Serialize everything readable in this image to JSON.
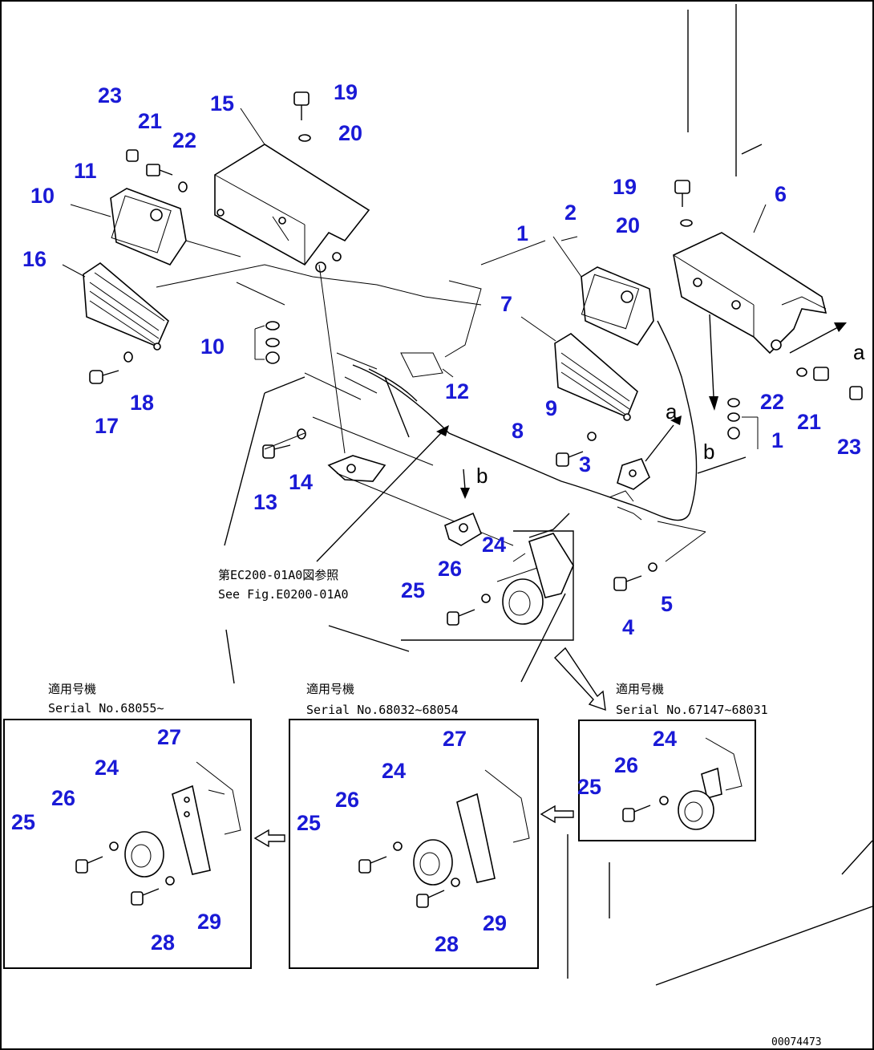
{
  "drawing_id": "00074473",
  "callouts": [
    {
      "id": "c23a",
      "label": "23"
    },
    {
      "id": "c21a",
      "label": "21"
    },
    {
      "id": "c22a",
      "label": "22"
    },
    {
      "id": "c15",
      "label": "15"
    },
    {
      "id": "c19a",
      "label": "19"
    },
    {
      "id": "c20a",
      "label": "20"
    },
    {
      "id": "c11",
      "label": "11"
    },
    {
      "id": "c10a",
      "label": "10"
    },
    {
      "id": "c16",
      "label": "16"
    },
    {
      "id": "c10b",
      "label": "10"
    },
    {
      "id": "c12",
      "label": "12"
    },
    {
      "id": "c17",
      "label": "17"
    },
    {
      "id": "c18",
      "label": "18"
    },
    {
      "id": "c13",
      "label": "13"
    },
    {
      "id": "c14",
      "label": "14"
    },
    {
      "id": "c19b",
      "label": "19"
    },
    {
      "id": "c6",
      "label": "6"
    },
    {
      "id": "c2",
      "label": "2"
    },
    {
      "id": "c20b",
      "label": "20"
    },
    {
      "id": "c1a",
      "label": "1"
    },
    {
      "id": "c7",
      "label": "7"
    },
    {
      "id": "c9",
      "label": "9"
    },
    {
      "id": "c8",
      "label": "8"
    },
    {
      "id": "c3",
      "label": "3"
    },
    {
      "id": "c22b",
      "label": "22"
    },
    {
      "id": "c21b",
      "label": "21"
    },
    {
      "id": "c1b",
      "label": "1"
    },
    {
      "id": "c23b",
      "label": "23"
    },
    {
      "id": "c24a",
      "label": "24"
    },
    {
      "id": "c26a",
      "label": "26"
    },
    {
      "id": "c25a",
      "label": "25"
    },
    {
      "id": "c4",
      "label": "4"
    },
    {
      "id": "c5",
      "label": "5"
    },
    {
      "id": "c27b",
      "label": "27"
    },
    {
      "id": "c24b",
      "label": "24"
    },
    {
      "id": "c26b",
      "label": "26"
    },
    {
      "id": "c25b",
      "label": "25"
    },
    {
      "id": "c28b",
      "label": "28"
    },
    {
      "id": "c29b",
      "label": "29"
    },
    {
      "id": "c27c",
      "label": "27"
    },
    {
      "id": "c24c",
      "label": "24"
    },
    {
      "id": "c26c",
      "label": "26"
    },
    {
      "id": "c25c",
      "label": "25"
    },
    {
      "id": "c28c",
      "label": "28"
    },
    {
      "id": "c29c",
      "label": "29"
    },
    {
      "id": "c24d",
      "label": "24"
    },
    {
      "id": "c26d",
      "label": "26"
    },
    {
      "id": "c25d",
      "label": "25"
    }
  ],
  "letters": [
    "a",
    "a",
    "b",
    "b"
  ],
  "reference_note": {
    "jp": "第EC200-01A0図参照",
    "en": "See Fig.E0200-01A0"
  },
  "serial_labels": {
    "left": {
      "jp": "適用号機",
      "en": "Serial No.68055~"
    },
    "middle": {
      "jp": "適用号機",
      "en": "Serial No.68032~68054"
    },
    "right": {
      "jp": "適用号機",
      "en": "Serial No.67147~68031"
    }
  }
}
